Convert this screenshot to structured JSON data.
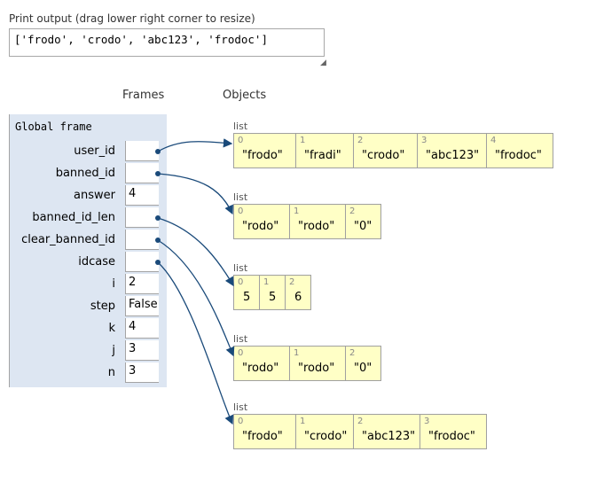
{
  "print_output": {
    "label": "Print output (drag lower right corner to resize)",
    "value": "['frodo', 'crodo', 'abc123', 'frodoc']"
  },
  "headings": {
    "frames": "Frames",
    "objects": "Objects"
  },
  "global_frame": {
    "title": "Global frame",
    "variables": [
      {
        "name": "user_id",
        "value": "",
        "pointer": true
      },
      {
        "name": "banned_id",
        "value": "",
        "pointer": true
      },
      {
        "name": "answer",
        "value": "4",
        "pointer": false
      },
      {
        "name": "banned_id_len",
        "value": "",
        "pointer": true
      },
      {
        "name": "clear_banned_id",
        "value": "",
        "pointer": true
      },
      {
        "name": "idcase",
        "value": "",
        "pointer": true
      },
      {
        "name": "i",
        "value": "2",
        "pointer": false
      },
      {
        "name": "step",
        "value": "False",
        "pointer": false
      },
      {
        "name": "k",
        "value": "4",
        "pointer": false
      },
      {
        "name": "j",
        "value": "3",
        "pointer": false
      },
      {
        "name": "n",
        "value": "3",
        "pointer": false
      }
    ]
  },
  "objects": [
    {
      "label": "list",
      "items": [
        {
          "index": "0",
          "value": "\"frodo\""
        },
        {
          "index": "1",
          "value": "\"fradi\""
        },
        {
          "index": "2",
          "value": "\"crodo\""
        },
        {
          "index": "3",
          "value": "\"abc123\""
        },
        {
          "index": "4",
          "value": "\"frodoc\""
        }
      ]
    },
    {
      "label": "list",
      "items": [
        {
          "index": "0",
          "value": "\"rodo\""
        },
        {
          "index": "1",
          "value": "\"rodo\""
        },
        {
          "index": "2",
          "value": "\"0\""
        }
      ]
    },
    {
      "label": "list",
      "items": [
        {
          "index": "0",
          "value": "5"
        },
        {
          "index": "1",
          "value": "5"
        },
        {
          "index": "2",
          "value": "6"
        }
      ]
    },
    {
      "label": "list",
      "items": [
        {
          "index": "0",
          "value": "\"rodo\""
        },
        {
          "index": "1",
          "value": "\"rodo\""
        },
        {
          "index": "2",
          "value": "\"0\""
        }
      ]
    },
    {
      "label": "list",
      "items": [
        {
          "index": "0",
          "value": "\"frodo\""
        },
        {
          "index": "1",
          "value": "\"crodo\""
        },
        {
          "index": "2",
          "value": "\"abc123\""
        },
        {
          "index": "3",
          "value": "\"frodoc\""
        }
      ]
    }
  ],
  "colors": {
    "frame_bg": "#dde6f2",
    "list_bg": "#ffffc6",
    "arrow": "#1a4a7a"
  }
}
